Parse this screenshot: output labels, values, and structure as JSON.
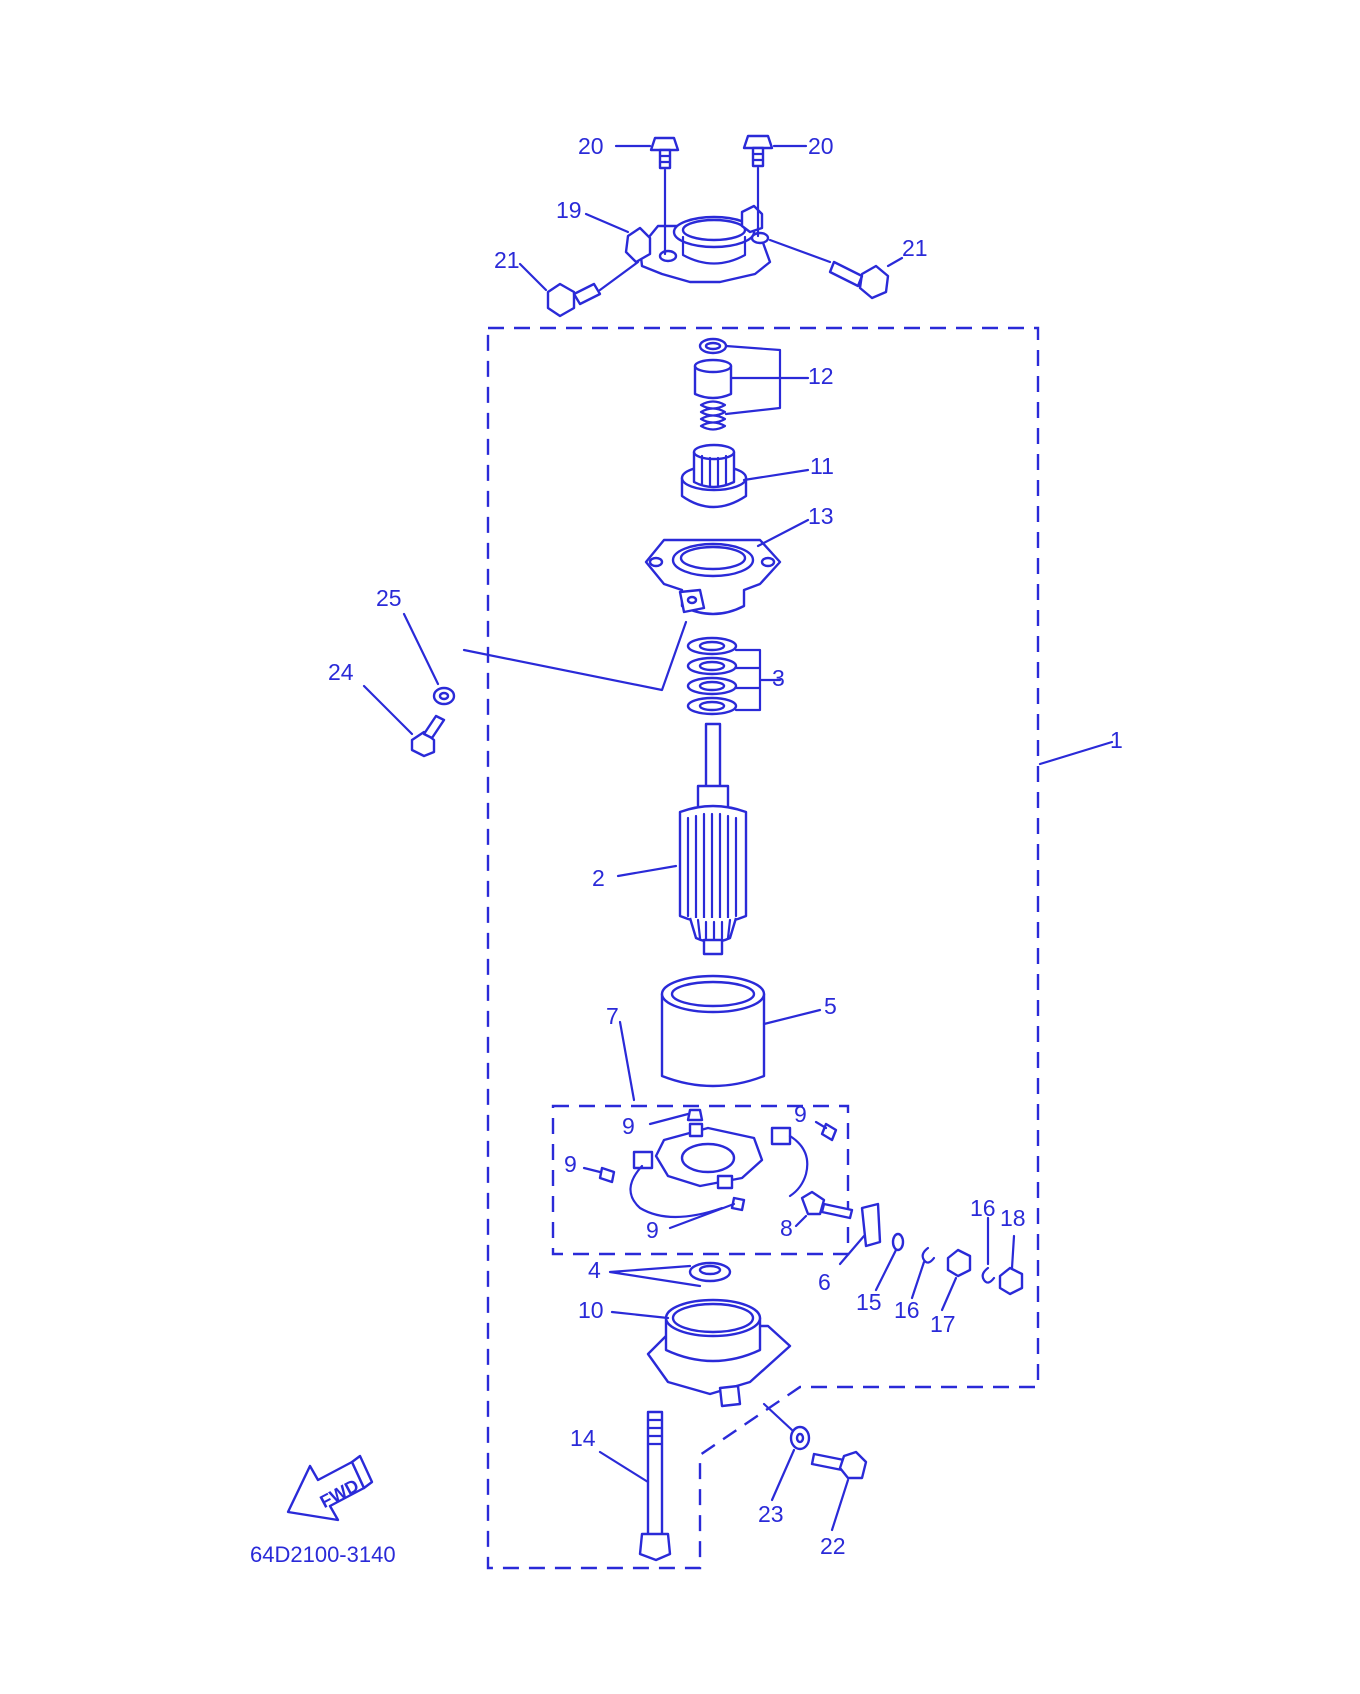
{
  "colors": {
    "ink": "#2a2ad8",
    "background": "#ffffff"
  },
  "labels": {
    "p1": "1",
    "p2": "2",
    "p3": "3",
    "p4": "4",
    "p5": "5",
    "p6": "6",
    "p7": "7",
    "p8": "8",
    "p9": "9",
    "p10": "10",
    "p11": "11",
    "p12": "12",
    "p13": "13",
    "p14": "14",
    "p15": "15",
    "p16": "16",
    "p17": "17",
    "p18": "18",
    "p19": "19",
    "p20": "20",
    "p21": "21",
    "p22": "22",
    "p23": "23",
    "p24": "24",
    "p25": "25"
  },
  "fwd_label": "FWD",
  "diagram_code": "64D2100-3140"
}
